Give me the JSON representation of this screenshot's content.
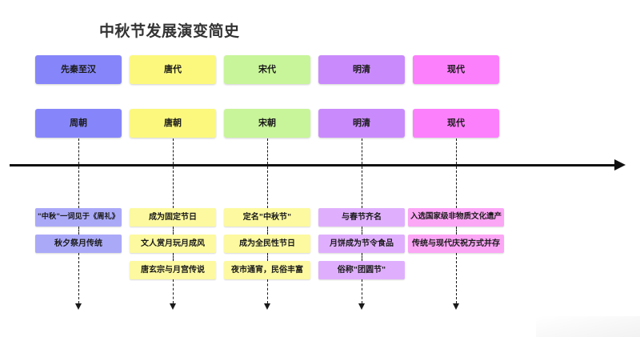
{
  "title": "中秋节发展演变简史",
  "axis": {
    "direction": "left-to-right",
    "arrow_icon": "right-arrow-icon",
    "color": "#111111"
  },
  "colors": {
    "periwinkle": "#8686FA",
    "periwinkle_light": "#AAA9F8",
    "yellow": "#FCF87E",
    "yellow_light": "#FCF9A0",
    "green": "#C8F59A",
    "green_light": "#D8F7B4",
    "purple": "#C98BFC",
    "purple_light": "#DFAFFD",
    "magenta": "#FC80FC",
    "magenta_light": "#FCA6F6",
    "text": "#1a1a1a",
    "title": "#333333"
  },
  "columns": [
    {
      "era_label": "先秦至汉",
      "dynasty_label": "周朝",
      "color": "#8686FA",
      "detail_color": "#AAA9F8",
      "details": [
        "\"中秋\"一词见于《周礼》",
        "秋夕祭月传统"
      ]
    },
    {
      "era_label": "唐代",
      "dynasty_label": "唐朝",
      "color": "#FCF87E",
      "detail_color": "#FCF9A0",
      "details": [
        "成为固定节日",
        "文人赏月玩月成风",
        "唐玄宗与月宫传说"
      ]
    },
    {
      "era_label": "宋代",
      "dynasty_label": "宋朝",
      "color": "#C8F59A",
      "detail_color": "#FCF9A0",
      "details": [
        "定名\"中秋节\"",
        "成为全民性节日",
        "夜市通宵，民俗丰富"
      ]
    },
    {
      "era_label": "明清",
      "dynasty_label": "明清",
      "color": "#C98BFC",
      "detail_color": "#DFAFFD",
      "details": [
        "与春节齐名",
        "月饼成为节令食品",
        "俗称\"团圆节\""
      ]
    },
    {
      "era_label": "现代",
      "dynasty_label": "现代",
      "color": "#FC80FC",
      "detail_color": "#FCA6F6",
      "details": [
        "入选国家级非物质文化遗产",
        "传统与现代庆祝方式并存"
      ]
    }
  ]
}
